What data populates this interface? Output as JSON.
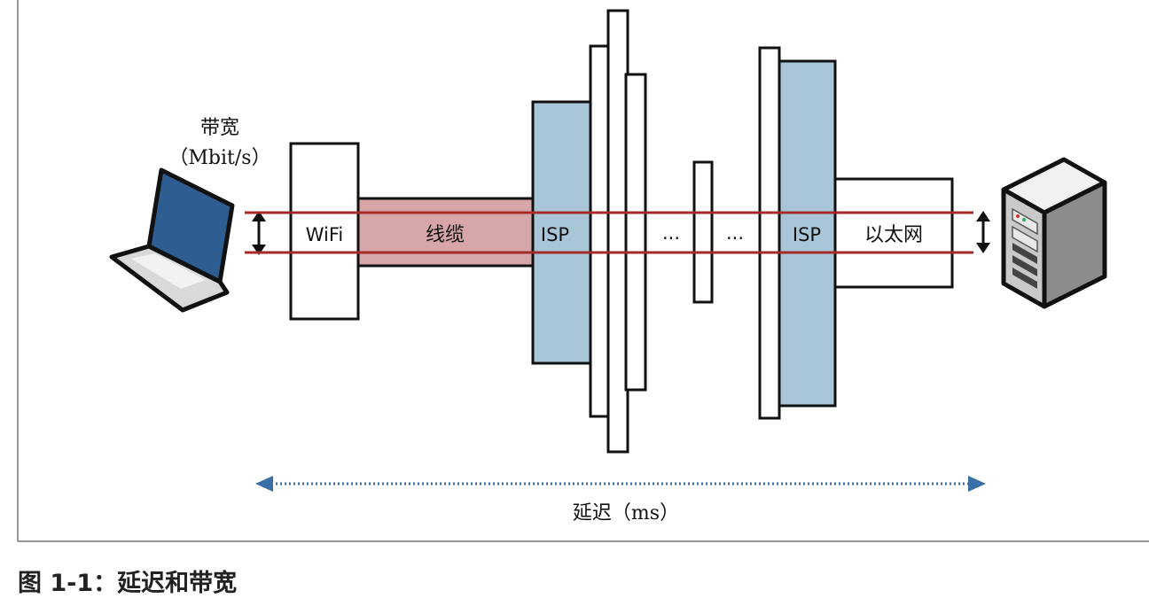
{
  "diagram": {
    "bandwidth_label": "带宽",
    "bandwidth_unit": "（Mbit/s）",
    "latency_label": "延迟（ms）",
    "segments": {
      "wifi": "WiFi",
      "cable": "线缆",
      "isp_left": "ISP",
      "dots_1": "...",
      "dots_2": "...",
      "isp_right": "ISP",
      "ethernet": "以太网"
    },
    "colors": {
      "cable_fill": "#d7a6a8",
      "isp_fill": "#a9c6d8",
      "bandwidth_line": "#a52a2a",
      "latency_arrow": "#3a6fa5"
    }
  },
  "caption": "图 1-1：延迟和带宽"
}
